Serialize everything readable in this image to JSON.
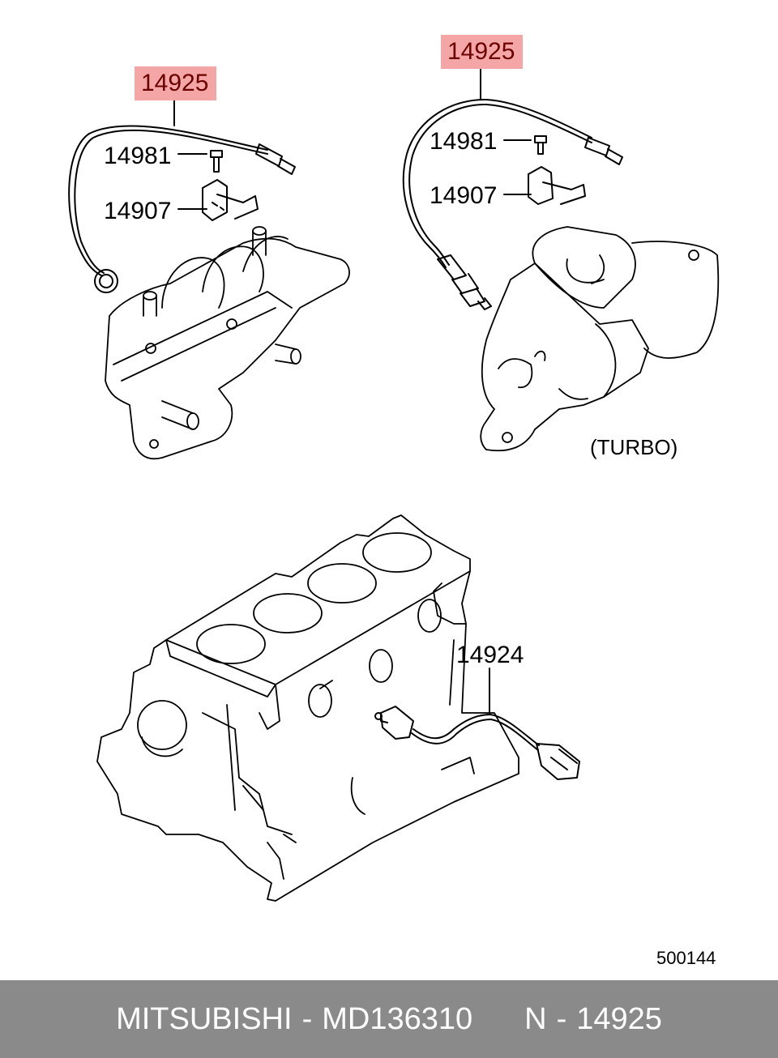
{
  "callouts": {
    "left_sensor": "14925",
    "left_bolt": "14981",
    "left_bracket": "14907",
    "right_sensor": "14925",
    "right_bolt": "14981",
    "right_bracket": "14907",
    "knock_sensor": "14924"
  },
  "turbo_label": "(TURBO)",
  "diagram_code": "500144",
  "footer": {
    "brand": "MITSUBISHI",
    "sep": "-",
    "part_number": "MD136310",
    "ref_prefix": "N",
    "ref_sep": "-",
    "ref_number": "14925"
  },
  "colors": {
    "highlight": "#f4a6a6",
    "footer_bg": "#8a8a8a",
    "line": "#000000"
  }
}
